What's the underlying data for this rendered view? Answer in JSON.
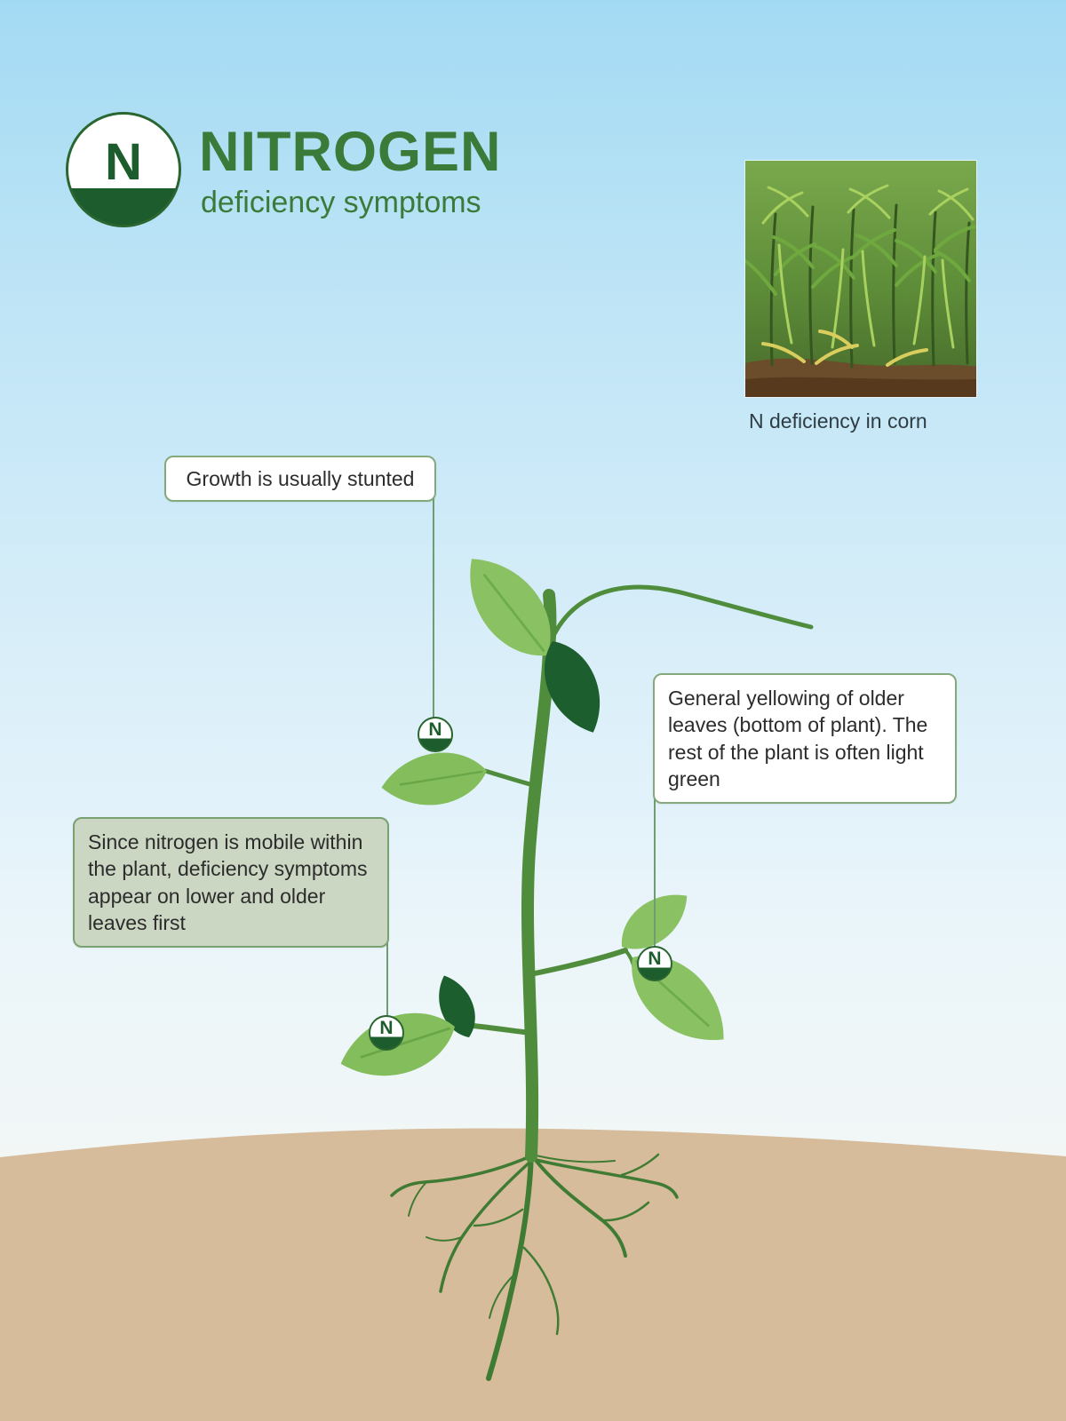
{
  "header": {
    "logo_letter": "N",
    "title": "NITROGEN",
    "subtitle": "deficiency symptoms"
  },
  "photo": {
    "caption": "N deficiency in corn"
  },
  "callouts": [
    {
      "text": "Growth is usually stunted"
    },
    {
      "text": "General yellowing of older leaves (bottom of plant). The rest of the plant is often light green"
    },
    {
      "text": "Since nitrogen is mobile within the plant, deficiency symptoms appear on lower and older leaves first"
    }
  ],
  "markers": [
    {
      "letter": "N"
    },
    {
      "letter": "N"
    },
    {
      "letter": "N"
    }
  ],
  "colors": {
    "accent_green": "#3b7b3a",
    "dark_green": "#1d5c2c",
    "stem_green": "#4f8d3d",
    "leaf_light": "#8ac162",
    "leaf_dark": "#1d5e2e",
    "soil": "#d6bc9b",
    "sky_top": "#a3daf3",
    "callout_border": "#84aa7c",
    "callout_green_bg": "#cbd7c3"
  }
}
